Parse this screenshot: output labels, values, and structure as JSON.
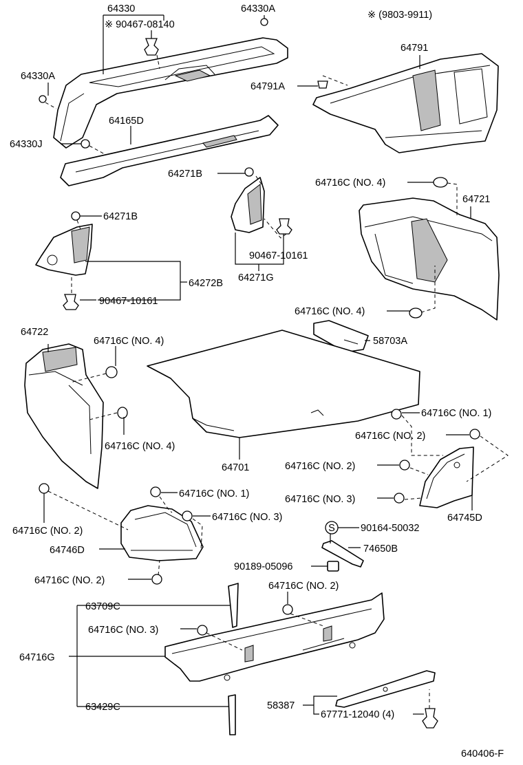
{
  "labels": {
    "l64330": "64330",
    "l90467_08140": "※ 90467-08140",
    "l64330A_top": "64330A",
    "lnote": "※ (9803-9911)",
    "l64791": "64791",
    "l64330A_left": "64330A",
    "l64791A": "64791A",
    "l64165D": "64165D",
    "l64330J": "64330J",
    "l64271B_mid": "64271B",
    "l64716C_n4_a": "64716C (NO. 4)",
    "l64721": "64721",
    "l64271B_left": "64271B",
    "l90467_10161_mid": "90467-10161",
    "l64271G": "64271G",
    "l64272B": "64272B",
    "l90467_10161_left": "90467-10161",
    "l64716C_n4_b": "64716C (NO. 4)",
    "l64722": "64722",
    "l64716C_n4_c": "64716C (NO. 4)",
    "l58703A": "58703A",
    "l64716C_n1_a": "64716C (NO. 1)",
    "l64716C_n4_d": "64716C (NO. 4)",
    "l64716C_n2_a": "64716C (NO. 2)",
    "l64701": "64701",
    "l64716C_n2_b": "64716C (NO. 2)",
    "l64716C_n1_b": "64716C (NO. 1)",
    "l64716C_n3_a": "64716C (NO. 3)",
    "l64745D": "64745D",
    "l64716C_n3_b": "64716C (NO. 3)",
    "l64716C_n2_c": "64716C (NO. 2)",
    "l90164_50032": "90164-50032",
    "l64746D": "64746D",
    "l74650B": "74650B",
    "l90189_05096": "90189-05096",
    "l64716C_n2_d": "64716C (NO. 2)",
    "l64716C_n2_e": "64716C (NO. 2)",
    "l63709C": "63709C",
    "l64716C_n3_c": "64716C (NO. 3)",
    "l64716G": "64716G",
    "l58387": "58387",
    "l67771_12040": "67771-12040 (4)",
    "l63429C": "63429C",
    "l_code": "640406-F",
    "s_symbol": "S"
  }
}
